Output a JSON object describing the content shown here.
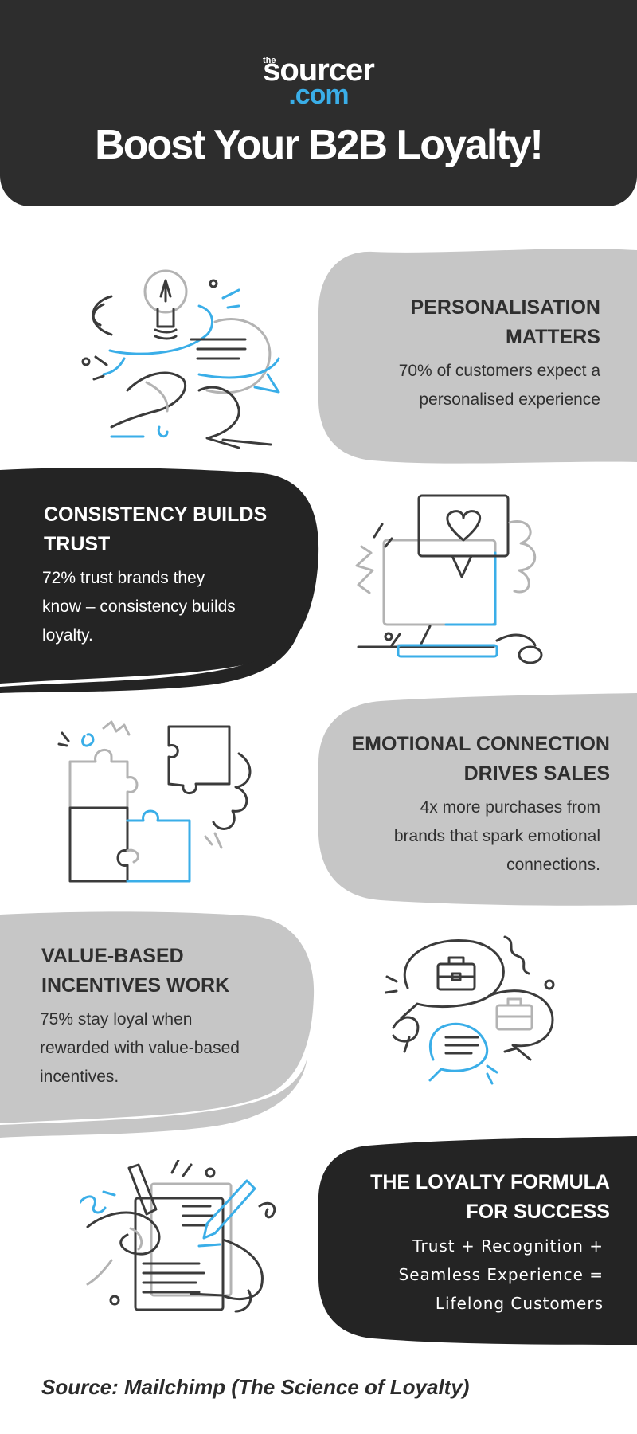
{
  "header": {
    "logo_small": "the",
    "logo_brand": "sourcer",
    "logo_domain": ".com",
    "title": "Boost Your B2B Loyalty!"
  },
  "cards": [
    {
      "title": "PERSONALISATION MATTERS",
      "title_line1": "PERSONALISATION",
      "title_line2": "MATTERS",
      "body_line1": "70% of customers expect a",
      "body_line2": "personalised experience",
      "illustration": "lightbulb-chat-hands-icon",
      "theme": "light"
    },
    {
      "title": "CONSISTENCY BUILDS TRUST",
      "title_line1": "CONSISTENCY BUILDS",
      "title_line2": "TRUST",
      "body_line1": "72% trust brands they",
      "body_line2": "know – consistency builds",
      "body_line3": "loyalty.",
      "illustration": "computer-heart-icon",
      "theme": "dark"
    },
    {
      "title": "EMOTIONAL CONNECTION DRIVES SALES",
      "title_line1": "EMOTIONAL CONNECTION",
      "title_line2": "DRIVES SALES",
      "body_line1": "4x more purchases from",
      "body_line2": "brands that spark emotional",
      "body_line3": "connections.",
      "illustration": "puzzle-pieces-icon",
      "theme": "light"
    },
    {
      "title": "VALUE-BASED INCENTIVES WORK",
      "title_line1": "VALUE-BASED",
      "title_line2": "INCENTIVES WORK",
      "body_line1": "75% stay loyal when",
      "body_line2": "rewarded with value-based",
      "body_line3": "incentives.",
      "illustration": "briefcase-chat-bubbles-icon",
      "theme": "light"
    },
    {
      "title": "THE LOYALTY FORMULA FOR SUCCESS",
      "title_line1": "THE LOYALTY FORMULA",
      "title_line2": "FOR SUCCESS",
      "body_line1": "Trust + Recognition +",
      "body_line2": "Seamless Experience =",
      "body_line3": "Lifelong Customers",
      "illustration": "document-signing-hands-icon",
      "theme": "dark"
    }
  ],
  "source": "Source: Mailchimp (The Science of Loyalty)",
  "colors": {
    "header_bg": "#2d2d2d",
    "light_blob": "#c6c6c6",
    "dark_blob": "#242424",
    "accent_blue": "#3aaee8",
    "line_dark": "#3b3b3b",
    "line_gray": "#b3b3b3"
  }
}
